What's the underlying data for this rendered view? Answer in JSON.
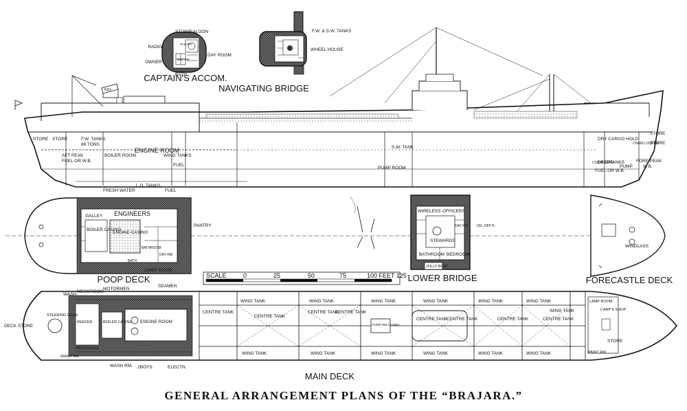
{
  "caption": "GENERAL ARRANGEMENT PLANS OF THE “BRAJARA.”",
  "views": {
    "captains_accom": "CAPTAIN'S ACCOM.",
    "navigating_bridge": "NAVIGATING BRIDGE",
    "poop_deck": "POOP DECK",
    "lower_bridge": "LOWER BRIDGE",
    "forecastle_deck": "FORECASTLE DECK",
    "main_deck": "MAIN DECK"
  },
  "captains_labels": {
    "store": "STORE",
    "saloon": "SALOON",
    "radio": "RADIO",
    "owner": "OWNER",
    "bath": "BATH",
    "day_room": "DAY ROOM",
    "bed_rm": "BED RM",
    "pantry": "PANTRY"
  },
  "bridge_labels": {
    "fw_sw_tanks": "F.W. & S.W. TANKS",
    "wheel_house": "WHEEL HOUSE"
  },
  "profile_labels": {
    "store_1": "STORE",
    "store_2": "STORE",
    "fw_tanks": "F.W. TANKS",
    "bb_tons": "88 TONS",
    "aft_peak": "AFT PEAK",
    "fuel_or_wb": "FUEL OR W.B.",
    "boiler_room": "BOILER ROOM",
    "engine_room": "ENGINE ROOM",
    "wing_tanks": "WING TANKS",
    "fuel": "FUEL",
    "sw_tank": "S.W. TANK",
    "pump_room": "PUMP ROOM",
    "cofferdam": "COFFERDAM",
    "dry_cargo_hold": "DRY CARGO HOLD",
    "store_fwd": "STORE",
    "chain_locker": "CHAIN LOCKER",
    "store_3": "STORE",
    "deeptanks": "DEEPTANKS",
    "fuel_or_wb_2": "FUEL OR W.B.",
    "pump": "PUMP",
    "fore_peak": "FORE PEAK",
    "wb": "W.B.",
    "fresh_water": "FRESH WATER",
    "lo_tanks": "L.O. TANKS",
    "fuel_2": "FUEL",
    "boat_label": "K&S"
  },
  "poop_labels": {
    "galley": "GALLEY",
    "boiler_casing": "BOILER CASING",
    "engineers": "ENGINEERS",
    "engine_casing": "ENGINE CASING",
    "pantry": "PANTRY",
    "bathroom": "BATHROOM",
    "day_rm": "DAY RM",
    "chief_engr": "CHIEF ENGR.",
    "bath": "BATH"
  },
  "lower_bridge_labels": {
    "wireless": "WIRELESS",
    "officers": "OFFICERS",
    "day_rm": "DAY RM",
    "stewards": "STEWARDS",
    "oil_offs": "OIL OFF'S",
    "bathroom": "BATHROOM",
    "bedroom": "BEDROOM",
    "jolly_boat": "JOLLY BOAT"
  },
  "forecastle_labels": {
    "windlass": "WINDLASS"
  },
  "scale": {
    "label": "SCALE",
    "t0": "0",
    "t25": "25",
    "t50": "50",
    "t75": "75",
    "t100": "100 FEET 125"
  },
  "main_deck_labels": {
    "motormen": "MOTORMEN",
    "seamen": "SEAMEN",
    "messroom": "MESSROOM",
    "wash": "WASH",
    "deck_store": "DECK STORE",
    "steering_gear": "STEERING GEAR",
    "reefer": "REEFER",
    "provisions": "PROVISIONS",
    "wash_rm_1": "WASH RM.",
    "wash_rm_2": "WASH RM.",
    "boiler_casing": "BOILER CASING",
    "engine_room": "ENGINE ROOM",
    "two_boys": "2BOYS",
    "electn": "ELECTN.",
    "centre_tank_1": "CENTRE TANK",
    "wing_tank_1": "WING TANK",
    "centre_tank_2": "CENTRE TANK",
    "wing_tank_2": "WING TANK",
    "centre_tank_3": "CENTRE TANK",
    "centre_tank_4": "CENTRE TANK",
    "wing_tank_3": "WING TANK",
    "wing_tank_4": "WING TANK",
    "wing_tank_5": "WING TANK",
    "wing_tank_6": "WING TANK",
    "pump_casing": "PUMP RM CASING",
    "centre_tank_5": "CENTRE TANK",
    "centre_tank_6": "CENTRE TANK",
    "centre_tank_7": "CENTRE TANK",
    "centre_tank_8": "CENTRE TANK",
    "wing_tank_7": "WING TANK",
    "wing_tank_8": "WING TANK",
    "wing_tank_9": "WING TANK",
    "wing_tank_10": "WING TANK",
    "wing_tank_11": "WING TANK",
    "wing_tank_12": "WING TANK",
    "wing_tank_13": "WING TANK",
    "lamp_room": "LAMP ROOM",
    "carps_shop": "CARP'S SHOP",
    "store": "STORE",
    "paint_rm": "PAINT RM"
  }
}
